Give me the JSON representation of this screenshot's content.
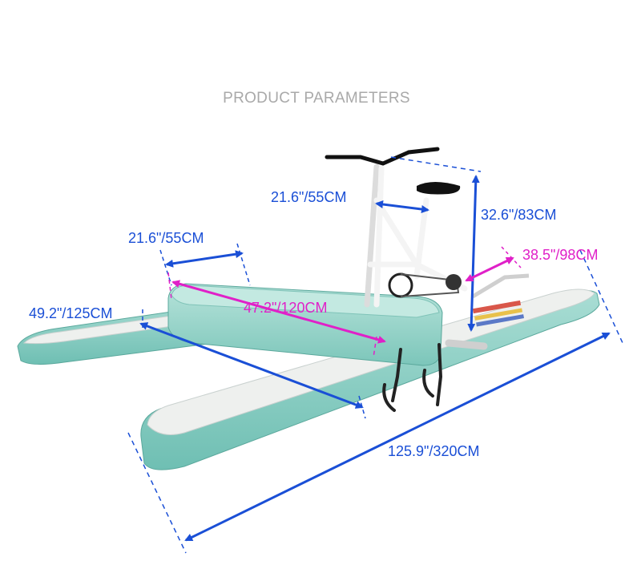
{
  "title": "PRODUCT PARAMETERS",
  "dimensions": {
    "handlebar_to_seat": "21.6\"/55CM",
    "height": "32.6\"/83CM",
    "seat_width": "21.6\"/55CM",
    "pontoon_width": "38.5\"/98CM",
    "seat_length": "47.2\"/120CM",
    "width": "49.2\"/125CM",
    "length": "125.9\"/320CM"
  },
  "colors": {
    "dimension_blue": "#1a4fd6",
    "dimension_magenta": "#e020c8",
    "pontoon_teal": "#8fd0c6",
    "deck_white": "#eef0ee",
    "title_gray": "#a9a9a9"
  }
}
